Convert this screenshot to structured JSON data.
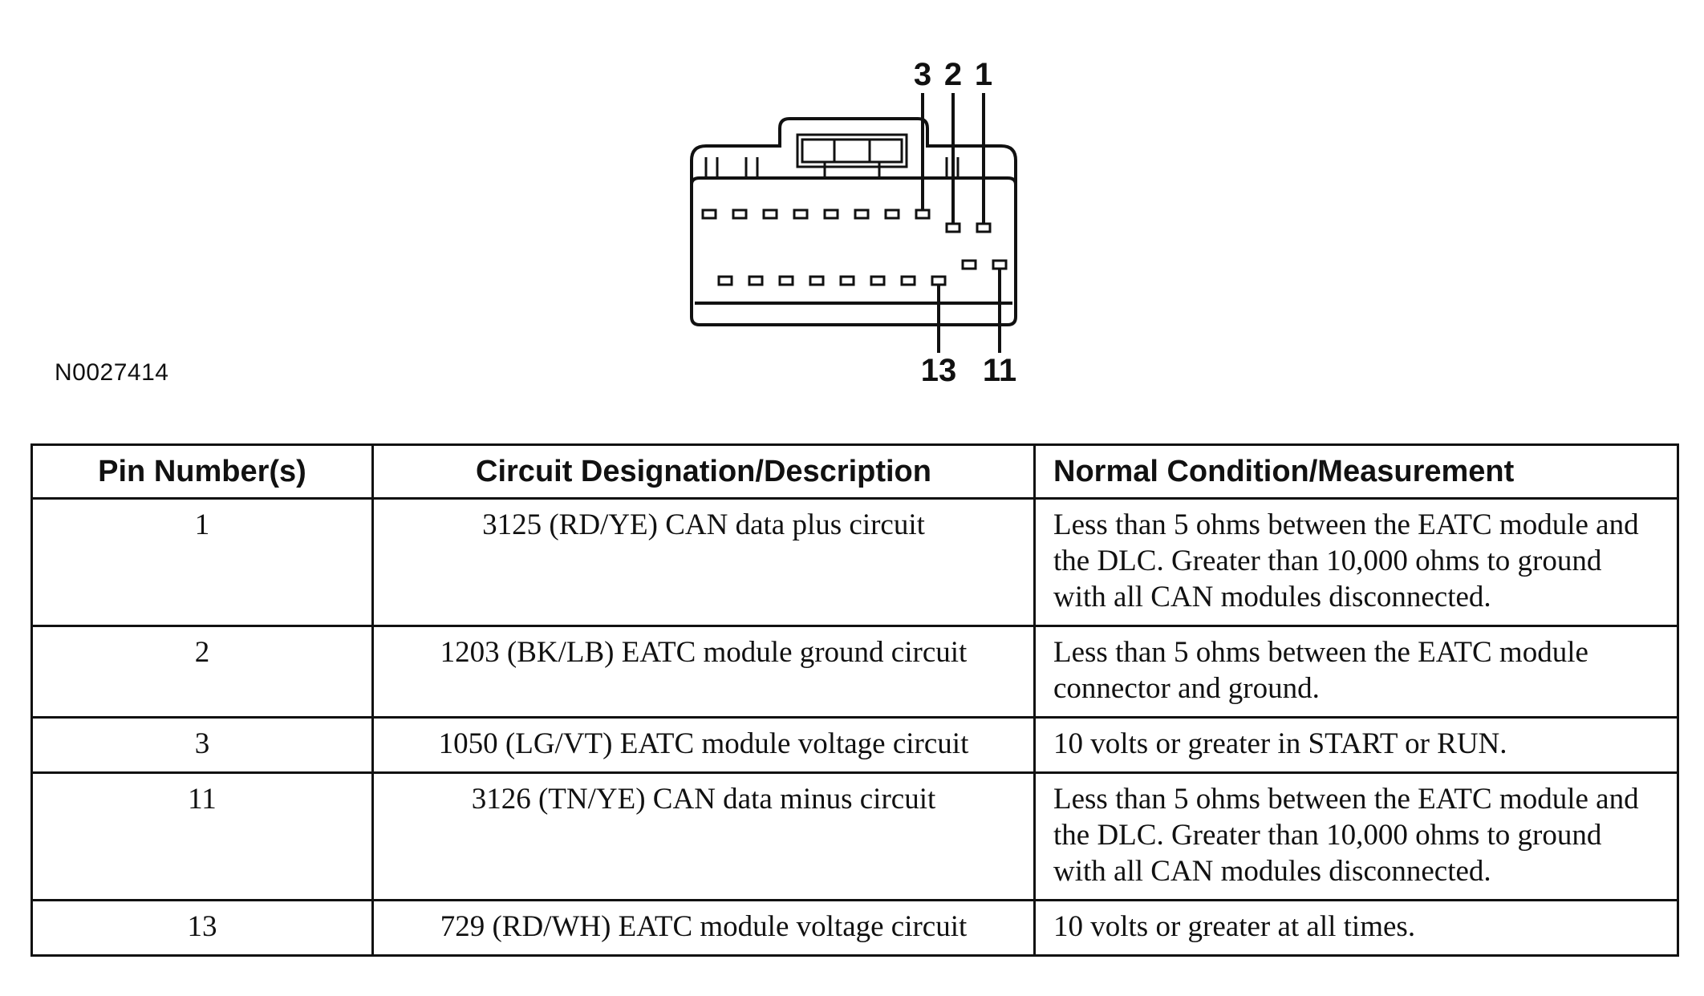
{
  "figure": {
    "id": "N0027414",
    "callouts": [
      "3",
      "2",
      "1",
      "13",
      "11"
    ]
  },
  "table": {
    "headers": [
      "Pin Number(s)",
      "Circuit Designation/Description",
      "Normal Condition/Measurement"
    ],
    "rows": [
      {
        "pin": "1",
        "circuit": "3125 (RD/YE) CAN data plus circuit",
        "condition": "Less than 5 ohms between the EATC module and the DLC. Greater than 10,000 ohms to ground with all CAN modules disconnected."
      },
      {
        "pin": "2",
        "circuit": "1203 (BK/LB) EATC module ground circuit",
        "condition": "Less than 5 ohms between the EATC module connector and ground."
      },
      {
        "pin": "3",
        "circuit": "1050 (LG/VT) EATC module voltage circuit",
        "condition": "10 volts or greater in START or RUN."
      },
      {
        "pin": "11",
        "circuit": "3126 (TN/YE) CAN data minus circuit",
        "condition": "Less than 5 ohms between the EATC module and the DLC. Greater than 10,000 ohms to ground with all CAN modules disconnected."
      },
      {
        "pin": "13",
        "circuit": "729 (RD/WH) EATC module voltage circuit",
        "condition": "10 volts or greater at all times."
      }
    ]
  }
}
